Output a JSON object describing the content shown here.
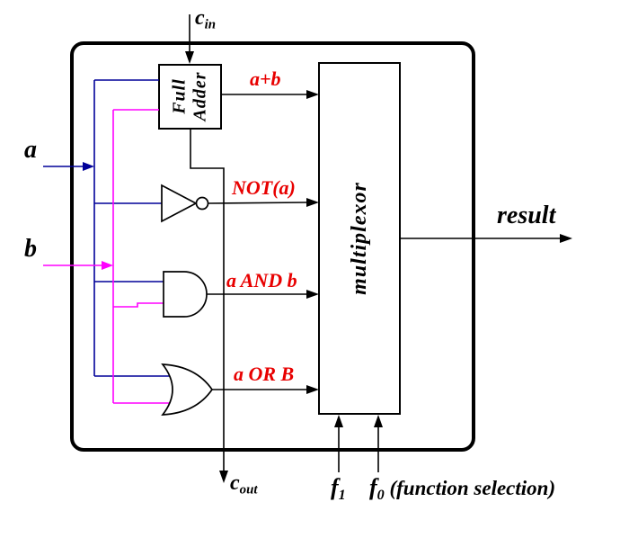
{
  "diagram": {
    "kind": "ALU block diagram",
    "blocks": {
      "full_adder": {
        "line1": "Full",
        "line2": "Adder"
      },
      "multiplexor": "multiplexor"
    },
    "inputs": {
      "a": "a",
      "b": "b",
      "cin": {
        "base": "c",
        "sub": "in"
      }
    },
    "outputs": {
      "result": "result",
      "cout": {
        "base": "c",
        "sub": "out"
      }
    },
    "op_labels": {
      "add": "a+b",
      "not": "NOT(a)",
      "and": "a AND b",
      "or": "a OR B"
    },
    "selectors": {
      "f1": {
        "base": "f",
        "sub": "1"
      },
      "f0": {
        "base": "f",
        "sub": "0"
      },
      "note": "(function selection)"
    },
    "colors": {
      "wire_a": "#000099",
      "wire_b": "#ff00ff",
      "op_label": "#e80000",
      "outline": "#000000",
      "background": "#ffffff"
    }
  }
}
